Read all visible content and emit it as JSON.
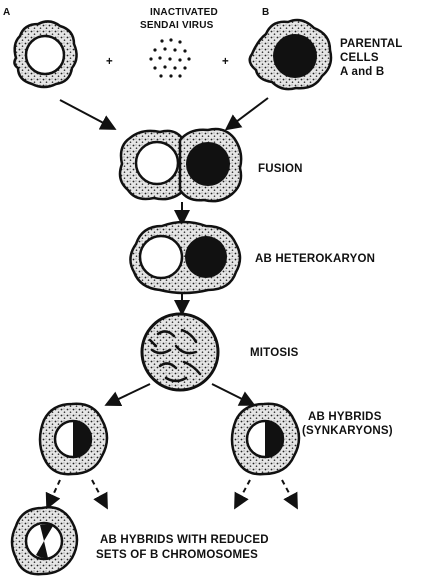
{
  "labels": {
    "virus_line1": "INACTIVATED",
    "virus_line2": "SENDAI VIRUS",
    "cell_a": "A",
    "cell_b": "B",
    "plus_left": "+",
    "plus_right": "+",
    "parental_line1": "PARENTAL",
    "parental_line2": "CELLS",
    "parental_line3": "A and B",
    "fusion": "FUSION",
    "heterokaryon": "AB HETEROKARYON",
    "mitosis": "MITOSIS",
    "hybrids_line1": "AB HYBRIDS",
    "hybrids_line2": "(SYNKARYONS)",
    "reduced_line1": "AB HYBRIDS WITH REDUCED",
    "reduced_line2": "SETS OF B CHROMOSOMES"
  },
  "colors": {
    "ink": "#111111",
    "cytoplasm": "#d9d9d9",
    "paper": "#ffffff"
  }
}
